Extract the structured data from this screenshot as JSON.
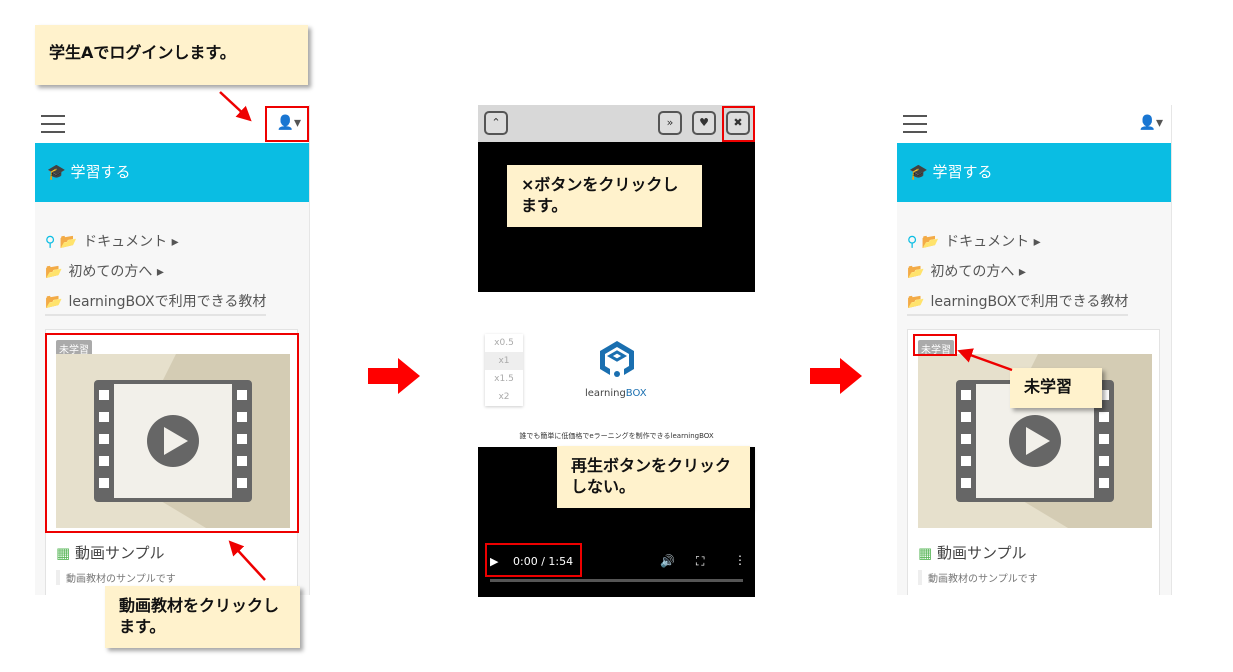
{
  "step1": {
    "callout": "学生Aでログインします。",
    "learn_label": "学習する",
    "menu": [
      "ドキュメント",
      "初めての方へ",
      "learningBOXで利用できる教材"
    ],
    "badge": "未学習",
    "card_title": "動画サンプル",
    "card_desc": "動画教材のサンプルです",
    "callout_bottom": "動画教材をクリックします。"
  },
  "step2": {
    "callout_close": "×ボタンをクリックします。",
    "speeds": [
      "x0.5",
      "x1",
      "x1.5",
      "x2"
    ],
    "logo_text": "learning",
    "logo_text_bold": "BOX",
    "caption": "誰でも簡単に低価格でeラーニングを制作できるlearningBOX",
    "time": "0:00 / 1:54",
    "callout_play": "再生ボタンをクリックしない。"
  },
  "step3": {
    "learn_label": "学習する",
    "menu": [
      "ドキュメント",
      "初めての方へ",
      "learningBOXで利用できる教材"
    ],
    "badge": "未学習",
    "callout": "未学習",
    "card_title": "動画サンプル",
    "card_desc": "動画教材のサンプルです"
  },
  "colors": {
    "accent": "#0abde3",
    "callout": "#fff2cc",
    "highlight": "#ee0000"
  }
}
